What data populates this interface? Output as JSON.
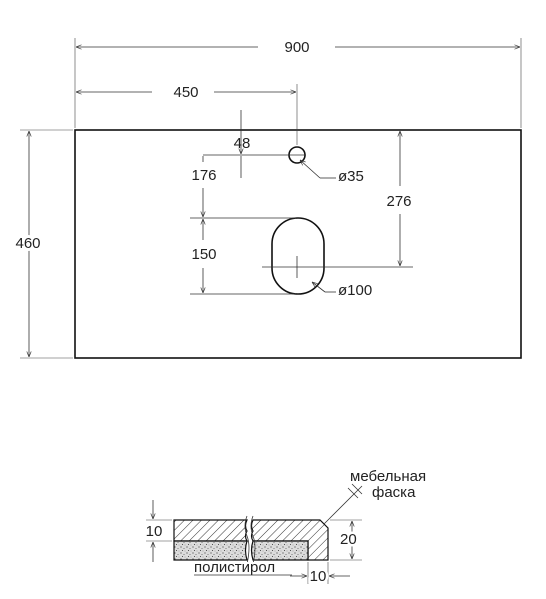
{
  "plan_view": {
    "width_label": "900",
    "half_width_label": "450",
    "depth_label": "460",
    "tap_hole_offset_label": "48",
    "tap_to_bowl_label": "176",
    "bowl_length_label": "150",
    "bowl_center_depth_label": "276",
    "tap_hole_diameter_label": "ø35",
    "bowl_width_label": "ø100"
  },
  "section_view": {
    "top_layer_thickness_label": "10",
    "edge_height_label": "20",
    "edge_width_label": "10",
    "chamfer_label_line1": "мебельная",
    "chamfer_label_line2": "фаска",
    "core_material_label": "полистирол"
  },
  "colors": {
    "line": "#111111",
    "dimension": "#333333",
    "text": "#222222",
    "core_fill": "#d8d8d8"
  }
}
